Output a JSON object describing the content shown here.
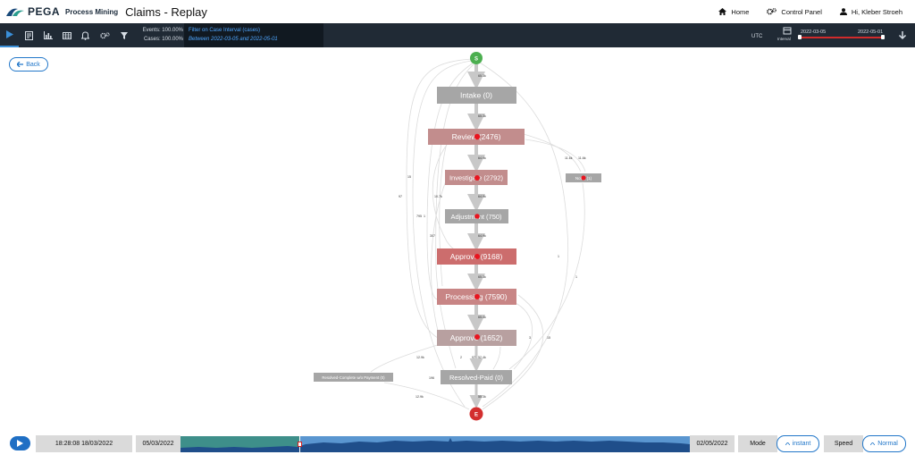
{
  "app": {
    "brand": "PEGA",
    "product": "Process Mining",
    "title": "Claims - Replay"
  },
  "nav": {
    "home": "Home",
    "control_panel": "Control Panel",
    "user": "Hi, Kleber Stroeh"
  },
  "toolbar": {
    "icons": [
      "play-icon",
      "document-icon",
      "bar-chart-icon",
      "table-icon",
      "bell-icon",
      "settings-icon",
      "filter-icon"
    ],
    "events_stat": "Events: 100.00%",
    "cases_stat": "Cases: 100.00%",
    "filter_title": "Filter on Case Interval (cases)",
    "filter_detail": "Between 2022-03-05 and 2022-05-01",
    "timezone": "UTC",
    "interval_label": "Interval",
    "range_start": "2022-03-05",
    "range_end": "2022-05-01"
  },
  "back_label": "Back",
  "process": {
    "start_label": "S",
    "end_label": "E",
    "nodes": [
      {
        "id": "intake",
        "label": "Intake (0)"
      },
      {
        "id": "review",
        "label": "Review (2476)"
      },
      {
        "id": "investigate",
        "label": "Investigate (2792)"
      },
      {
        "id": "notify",
        "label": "Notify (1)"
      },
      {
        "id": "adjustment",
        "label": "Adjustment (750)"
      },
      {
        "id": "approve1",
        "label": "Approve (9168)"
      },
      {
        "id": "processing",
        "label": "Processing (7590)"
      },
      {
        "id": "approve2",
        "label": "Approve (1652)"
      },
      {
        "id": "resolved_complete",
        "label": "Resolved-Complete w/o Payment (0)"
      },
      {
        "id": "resolved_paid",
        "label": "Resolved-Paid (0)"
      }
    ],
    "edge_labels": [
      "65.3k",
      "65.3k",
      "11.6k",
      "11.6k",
      "64.9k",
      "15",
      "10.7k",
      "64.9k",
      "97",
      "795",
      "1",
      "307",
      "64.9k",
      "1",
      "1",
      "65.3k",
      "65.4k",
      "3",
      "15",
      "12.9k",
      "2",
      "97",
      "52.4k",
      "196",
      "12.9k",
      "55.3k"
    ]
  },
  "replay": {
    "current_time": "18:28:08 18/03/2022",
    "start_date": "05/03/2022",
    "end_date": "02/05/2022",
    "progress": 0.233,
    "mode_label": "Mode",
    "mode_value": "instant",
    "speed_label": "Speed",
    "speed_value": "Normal"
  },
  "colors": {
    "topbar": "#202a35",
    "filter_text": "#4ea6ff",
    "node_gray": "#a6a6a6",
    "node_rose_light": "#c28d8d",
    "node_rose": "#cc6d6d",
    "start_green": "#4caf50",
    "end_red": "#d32f2f",
    "token_red": "#e8141f",
    "accent_blue": "#2277c9"
  }
}
